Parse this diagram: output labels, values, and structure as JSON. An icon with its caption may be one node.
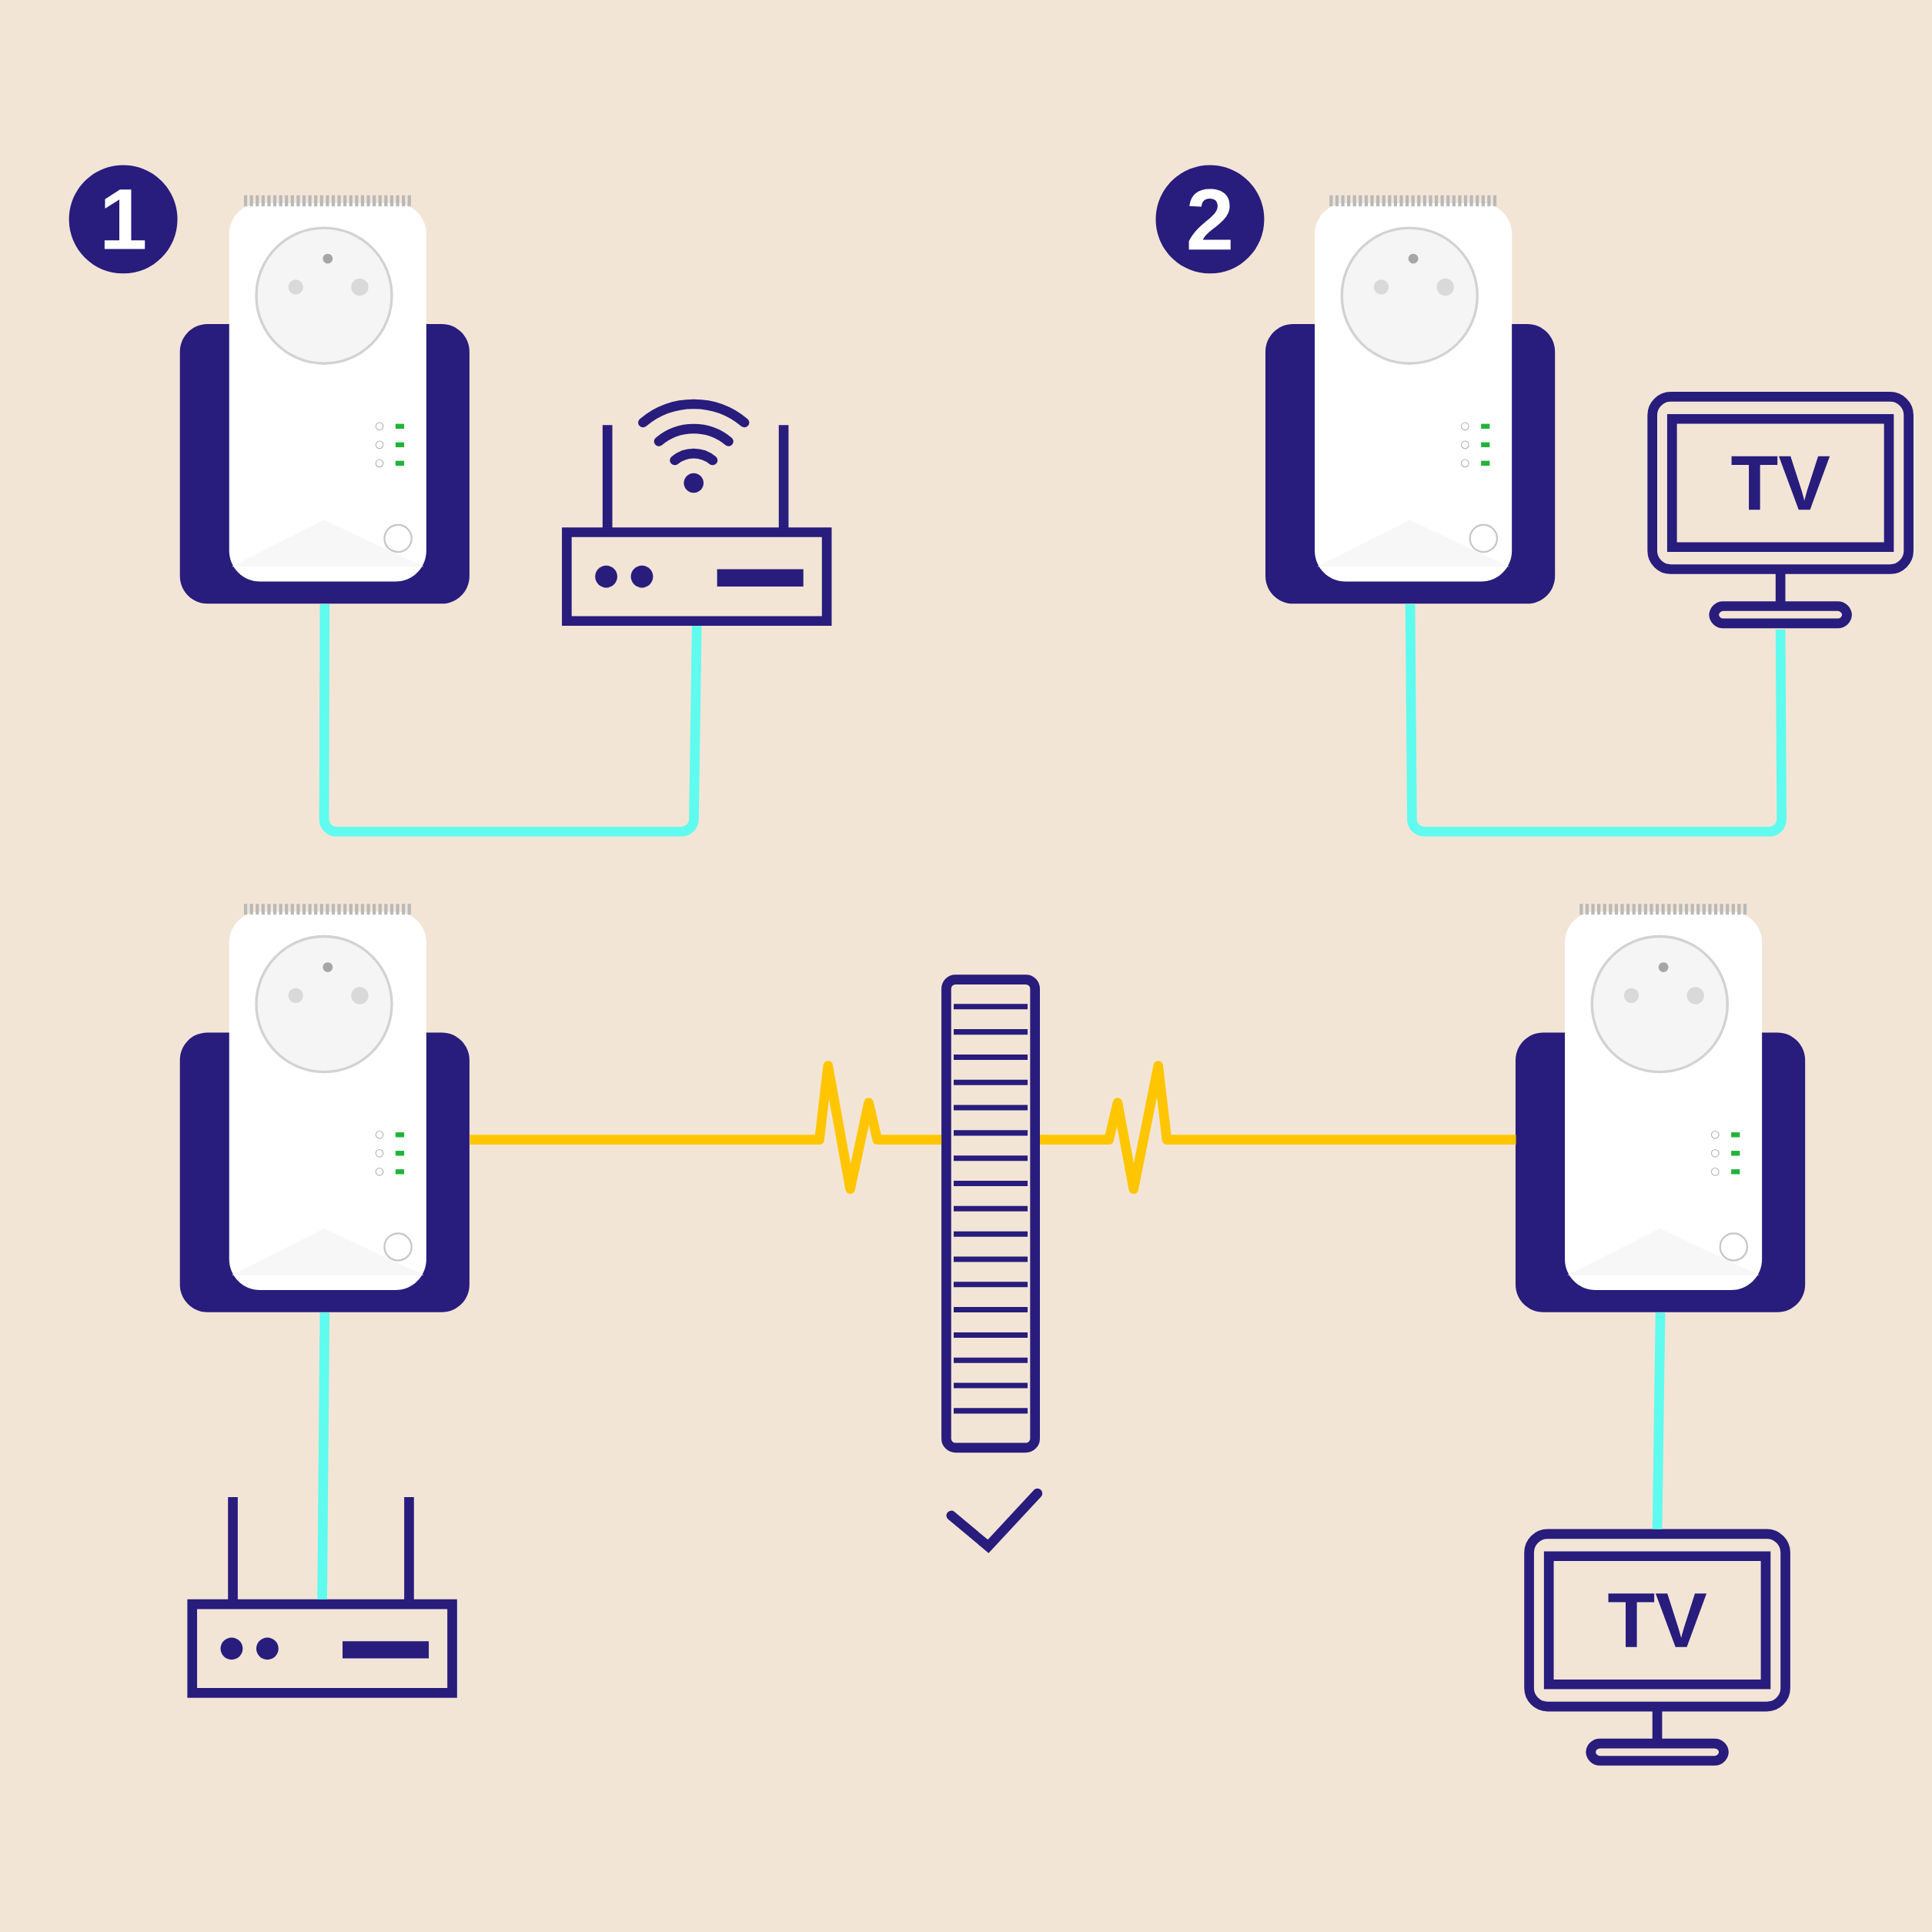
{
  "diagram": {
    "nodes": [
      {
        "text": [],
        "shape": "picture"
      },
      {
        "text": [],
        "shape": "picture"
      },
      {
        "text": [],
        "shape": "picture"
      },
      {
        "text": [
          "TV"
        ]
      },
      {
        "text": [],
        "shape": "picture"
      },
      {
        "text": [],
        "shape": "picture"
      },
      {
        "text": [],
        "shape": "picture"
      },
      {
        "text": [],
        "shape": "picture"
      },
      {
        "text": [
          "TV"
        ]
      }
    ],
    "edges": [
      {
        "from": 0,
        "to": 1,
        "arrow": "none"
      },
      {
        "from": 2,
        "to": 3,
        "arrow": "none"
      },
      {
        "from": 4,
        "to": 5,
        "arrow": "none",
        "color": "#ffc600"
      },
      {
        "from": 5,
        "to": 6,
        "arrow": "none",
        "color": "#ffc600"
      },
      {
        "from": 4,
        "to": 7,
        "arrow": "none"
      },
      {
        "from": 6,
        "to": 8,
        "arrow": "none"
      }
    ],
    "labels": [
      "1",
      "2"
    ]
  }
}
